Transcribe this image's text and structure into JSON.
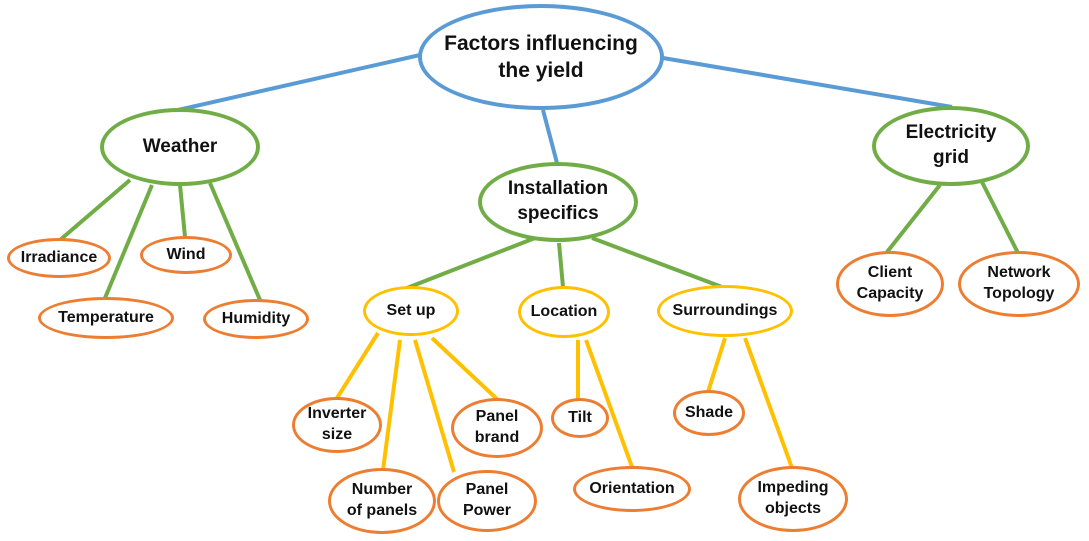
{
  "colors": {
    "root": "#5b9bd5",
    "category": "#70ad47",
    "subcategory": "#ffc000",
    "leaf": "#ed7d31"
  },
  "root": {
    "label": "Factors influencing\nthe yield"
  },
  "weather": {
    "label": "Weather",
    "children": [
      "Irradiance",
      "Temperature",
      "Wind",
      "Humidity"
    ]
  },
  "installation": {
    "label": "Installation\nspecifics",
    "setup": {
      "label": "Set up",
      "children": [
        "Inverter\nsize",
        "Number\nof panels",
        "Panel\nPower",
        "Panel\nbrand"
      ]
    },
    "location": {
      "label": "Location",
      "children": [
        "Tilt",
        "Orientation"
      ]
    },
    "surroundings": {
      "label": "Surroundings",
      "children": [
        "Shade",
        "Impeding\nobjects"
      ]
    }
  },
  "grid": {
    "label": "Electricity\ngrid",
    "children": [
      "Client\nCapacity",
      "Network\nTopology"
    ]
  }
}
